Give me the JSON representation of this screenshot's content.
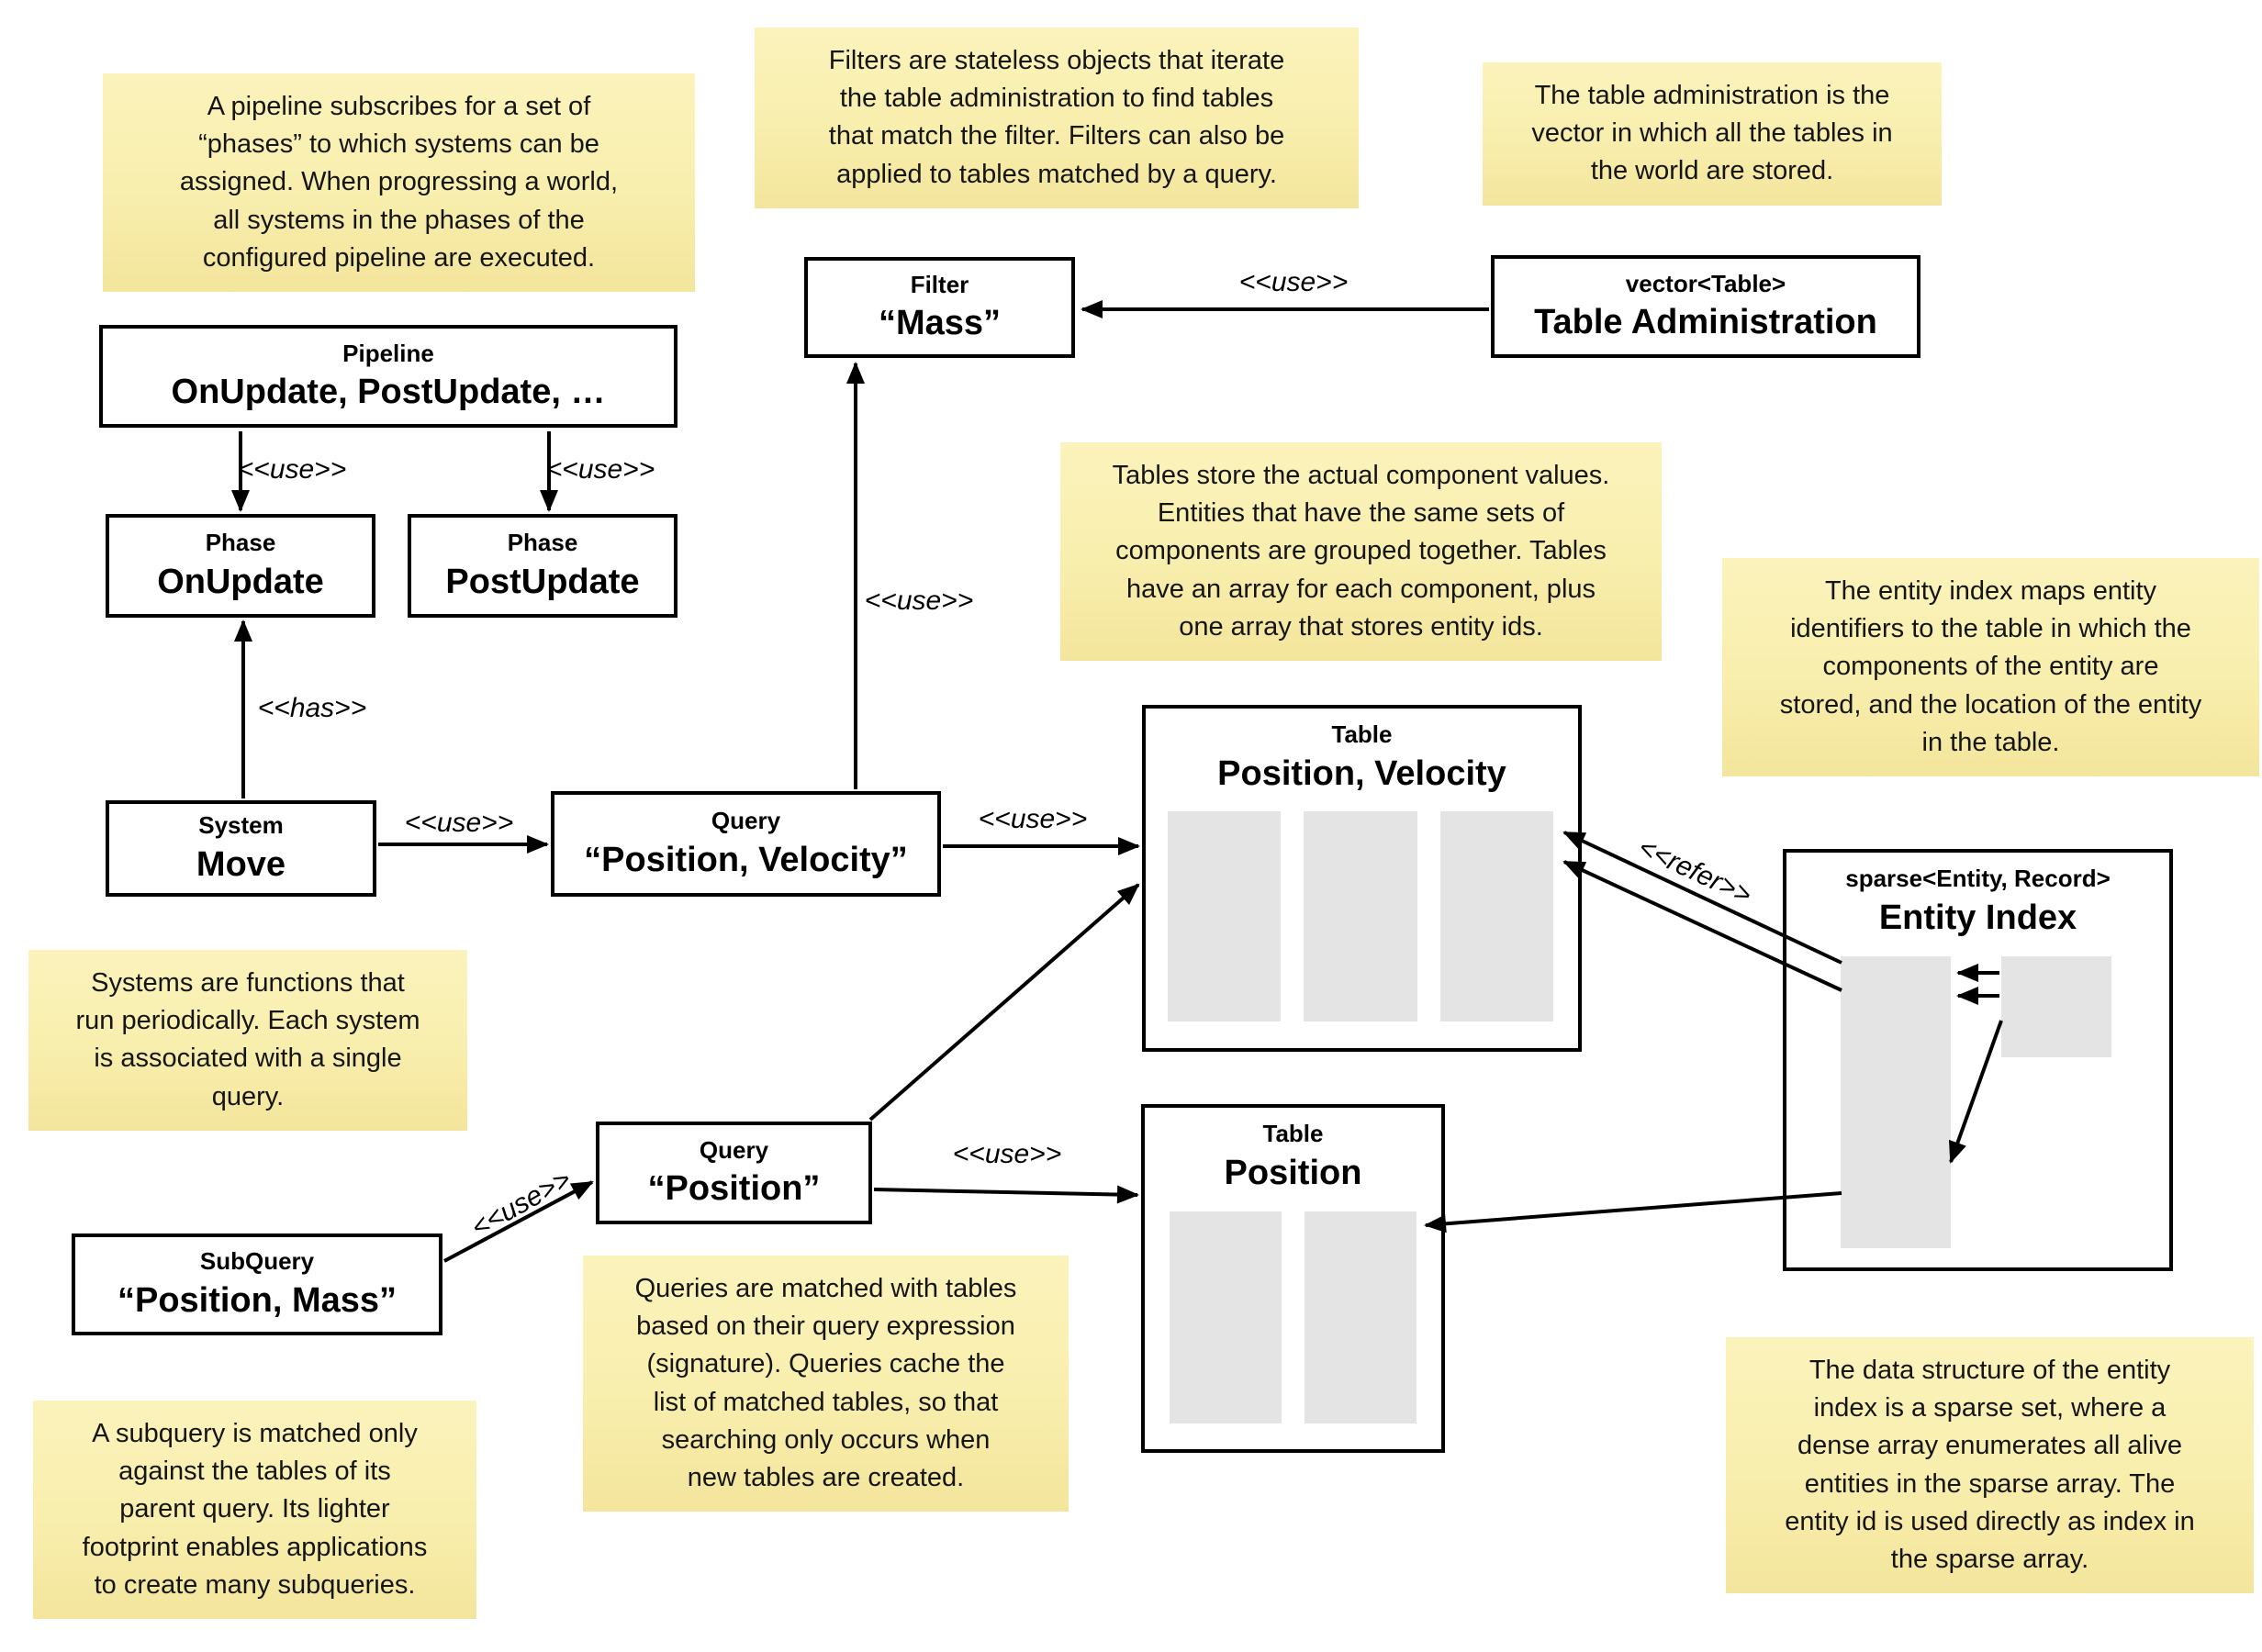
{
  "diagram": {
    "title": "ECS world architecture diagram",
    "colors": {
      "note_background_top": "#fbf3bc",
      "note_background_bottom": "#f3e59c",
      "box_border": "#000000",
      "array_fill": "#e4e4e4",
      "line": "#000000"
    },
    "notes": {
      "pipeline": "A pipeline subscribes for a set of\n“phases” to which systems can be\nassigned. When progressing a world,\nall systems in the phases of the\nconfigured pipeline are executed.",
      "filters": "Filters are stateless objects that iterate\nthe table administration to find tables\nthat match the filter. Filters can also be\napplied to tables matched by a query.",
      "table_admin": "The table administration is the\nvector in which all the tables in\nthe world are stored.",
      "tables": "Tables store the actual component values.\nEntities that have the same sets of\ncomponents are grouped together. Tables\nhave an array for each component, plus\none array that stores entity ids.",
      "entity_index": "The entity index maps entity\nidentifiers to the table in which the\ncomponents of the entity are\nstored, and the location of the entity\nin the table.",
      "systems": "Systems are functions that\nrun periodically. Each system\nis associated with a single\nquery.",
      "queries": "Queries are matched with tables\nbased on their query expression\n(signature). Queries cache the\nlist of matched tables, so that\nsearching only occurs when\nnew tables are created.",
      "subquery": "A subquery is matched only\nagainst the tables of its\nparent query. Its lighter\nfootprint enables applications\nto create many subqueries.",
      "sparse_set": "The data structure of the entity\nindex is a sparse set, where a\ndense array enumerates all alive\nentities in the sparse array. The\nentity id is used directly as index in\nthe sparse array."
    },
    "boxes": {
      "pipeline": {
        "title": "Pipeline",
        "name": "OnUpdate, PostUpdate, …"
      },
      "phase_onupdate": {
        "title": "Phase",
        "name": "OnUpdate"
      },
      "phase_postupdate": {
        "title": "Phase",
        "name": "PostUpdate"
      },
      "system_move": {
        "title": "System",
        "name": "Move"
      },
      "query_pv": {
        "title": "Query",
        "name": "“Position, Velocity”"
      },
      "filter_mass": {
        "title": "Filter",
        "name": "“Mass”"
      },
      "table_admin": {
        "title": "vector<Table>",
        "name": "Table Administration"
      },
      "query_p": {
        "title": "Query",
        "name": "“Position”"
      },
      "subquery": {
        "title": "SubQuery",
        "name": "“Position, Mass”"
      },
      "table_pv": {
        "title": "Table",
        "name": "Position, Velocity"
      },
      "table_p": {
        "title": "Table",
        "name": "Position"
      },
      "entity_index": {
        "title": "sparse<Entity, Record>",
        "name": "Entity Index"
      }
    },
    "edges": [
      {
        "from": "Pipeline",
        "to": "Phase OnUpdate",
        "label": "<<use>>"
      },
      {
        "from": "Pipeline",
        "to": "Phase PostUpdate",
        "label": "<<use>>"
      },
      {
        "from": "System Move",
        "to": "Phase OnUpdate",
        "label": "<<has>>"
      },
      {
        "from": "System Move",
        "to": "Query Position, Velocity",
        "label": "<<use>>"
      },
      {
        "from": "Query Position, Velocity",
        "to": "Filter Mass",
        "label": "<<use>>"
      },
      {
        "from": "Table Administration",
        "to": "Filter Mass",
        "label": "<<use>>"
      },
      {
        "from": "Query Position, Velocity",
        "to": "Table Position, Velocity",
        "label": "<<use>>"
      },
      {
        "from": "Query Position",
        "to": "Table Position",
        "label": "<<use>>"
      },
      {
        "from": "SubQuery Position, Mass",
        "to": "Query Position",
        "label": "<<use>>"
      },
      {
        "from": "Entity Index",
        "to": "Table Position, Velocity",
        "label": "<<refer>>"
      },
      {
        "from": "Query Position",
        "to": "Table Position, Velocity",
        "label": ""
      },
      {
        "from": "Entity Index",
        "to": "Table Position",
        "label": ""
      }
    ]
  }
}
